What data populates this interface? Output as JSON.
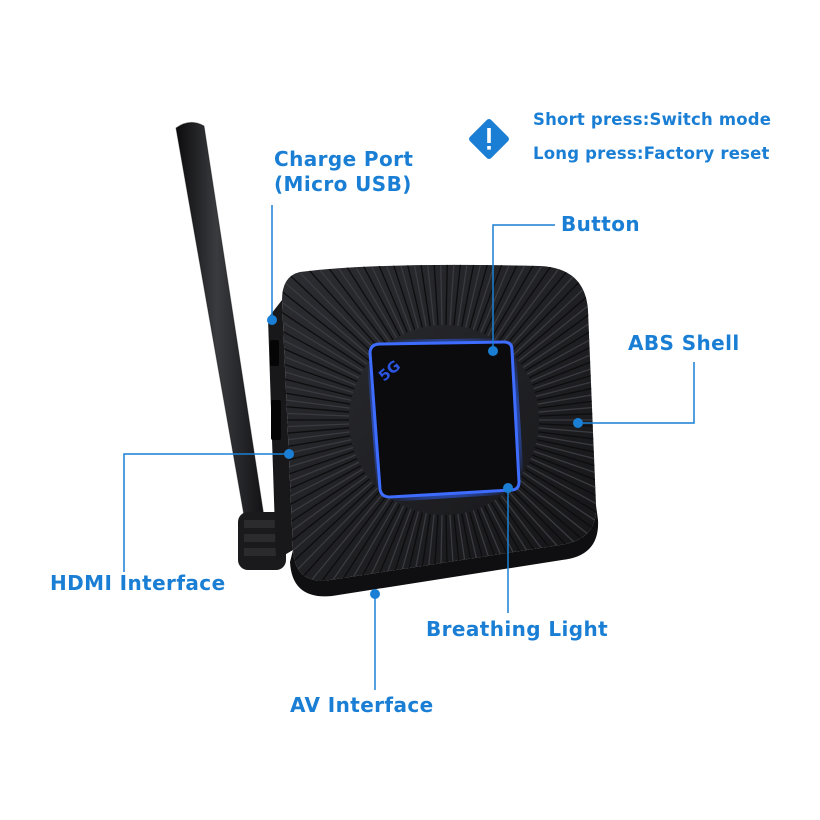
{
  "labels": {
    "charge_port_line1": "Charge Port",
    "charge_port_line2": "(Micro USB)",
    "button": "Button",
    "abs_shell": "ABS Shell",
    "hdmi_interface": "HDMI Interface",
    "breathing_light": "Breathing Light",
    "av_interface": "AV Interface"
  },
  "notes": {
    "short_press": "Short press:Switch mode",
    "long_press": "Long press:Factory reset"
  },
  "device": {
    "badge_text": "5G"
  },
  "colors": {
    "accent": "#1a7fd4",
    "device_body": "#222326",
    "screen": "#0b0b0e",
    "glow": "#2f63ff"
  }
}
